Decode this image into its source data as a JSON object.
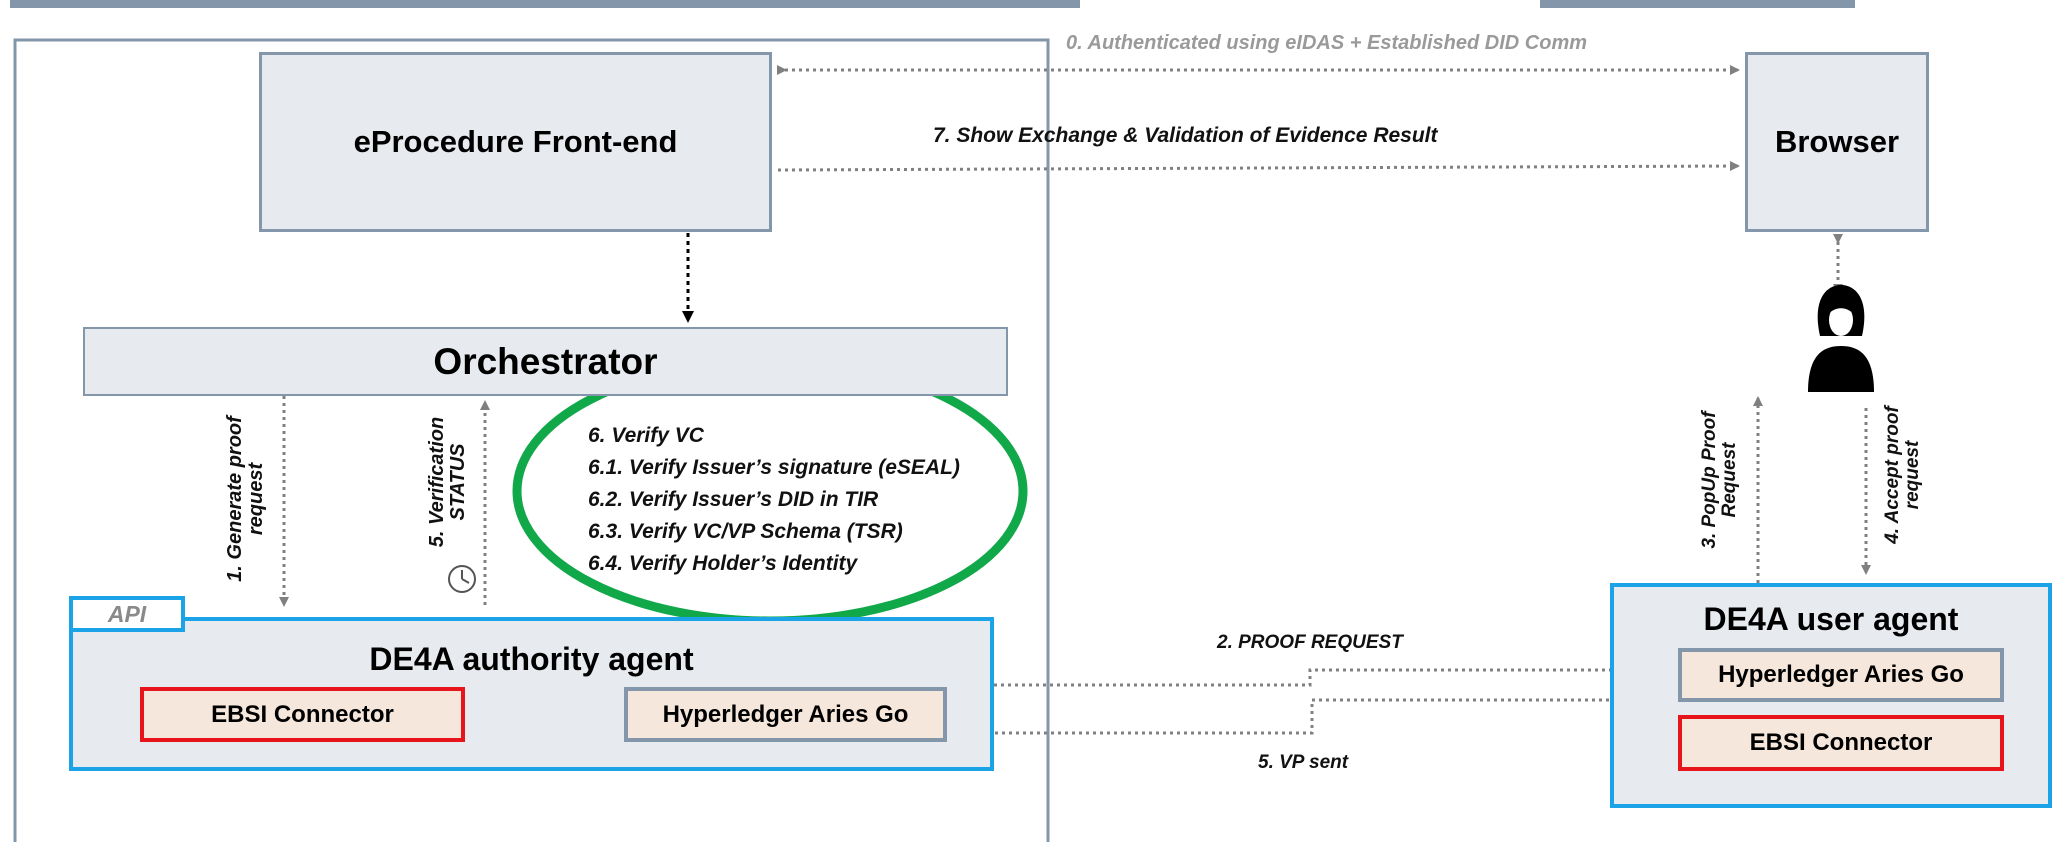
{
  "colors": {
    "grey_border": "#8496aa",
    "blue_border": "#1aa3e6",
    "red_border": "#e8141c",
    "box_fill": "#e7ebf0",
    "connector_fill": "#f6e7dd",
    "ellipse": "#11a84a",
    "arrow": "#808080"
  },
  "nodes": {
    "front_end": "eProcedure Front-end",
    "browser": "Browser",
    "orchestrator": "Orchestrator",
    "api": "API",
    "authority_agent": "DE4A authority agent",
    "authority_ebsi": "EBSI Connector",
    "authority_aries": "Hyperledger Aries Go",
    "user_agent": "DE4A user agent",
    "user_aries": "Hyperledger Aries Go",
    "user_ebsi": "EBSI Connector"
  },
  "icons": {
    "user": "person-icon",
    "clock": "clock-icon"
  },
  "edges": {
    "e0": "0. Authenticated using eIDAS + Established DID Comm",
    "e7": "7. Show Exchange & Validation of Evidence Result",
    "e1": "1. Generate proof request",
    "e5v": "5. Verification STATUS",
    "e3": "3. PopUp Proof Request",
    "e4": "4. Accept proof request",
    "e2": "2. PROOF REQUEST",
    "e5": "5. VP sent"
  },
  "verification_steps": [
    "6. Verify VC",
    "6.1. Verify Issuer’s signature (eSEAL)",
    "6.2. Verify Issuer’s DID in TIR",
    "6.3. Verify VC/VP Schema (TSR)",
    "6.4. Verify Holder’s Identity"
  ]
}
